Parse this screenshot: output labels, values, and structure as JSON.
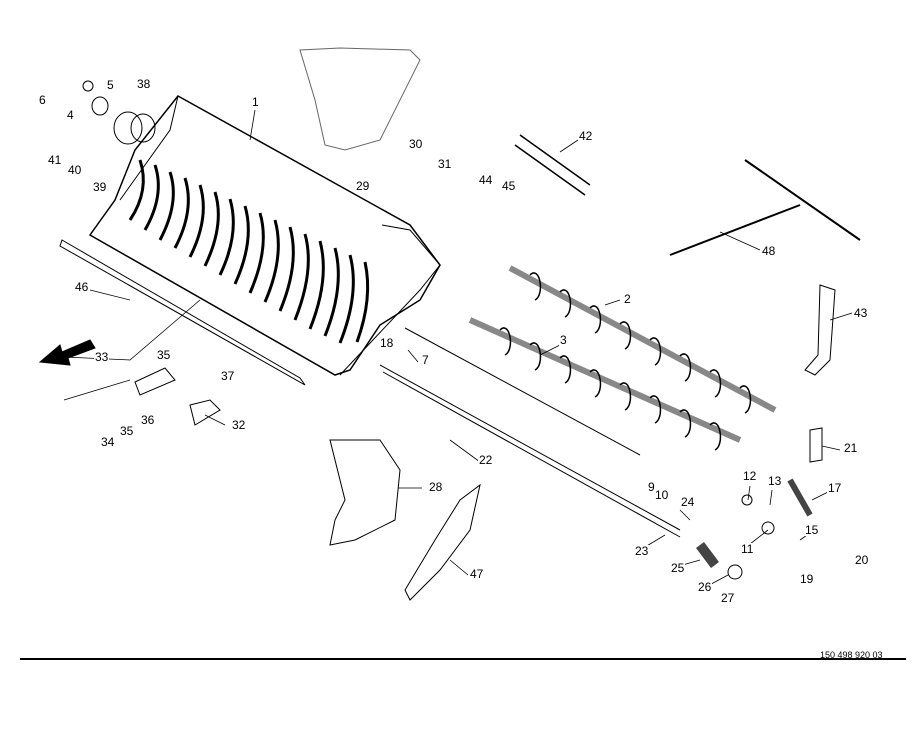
{
  "diagram": {
    "callouts": [
      "1",
      "2",
      "3",
      "4",
      "5",
      "6",
      "7",
      "9",
      "10",
      "11",
      "12",
      "13",
      "15",
      "17",
      "18",
      "19",
      "20",
      "21",
      "22",
      "23",
      "24",
      "25",
      "26",
      "27",
      "28",
      "29",
      "30",
      "31",
      "32",
      "33",
      "34",
      "35",
      "35",
      "36",
      "37",
      "38",
      "39",
      "40",
      "41",
      "42",
      "43",
      "44",
      "45",
      "46",
      "47",
      "48"
    ],
    "document_number": "150 498 920 03"
  }
}
